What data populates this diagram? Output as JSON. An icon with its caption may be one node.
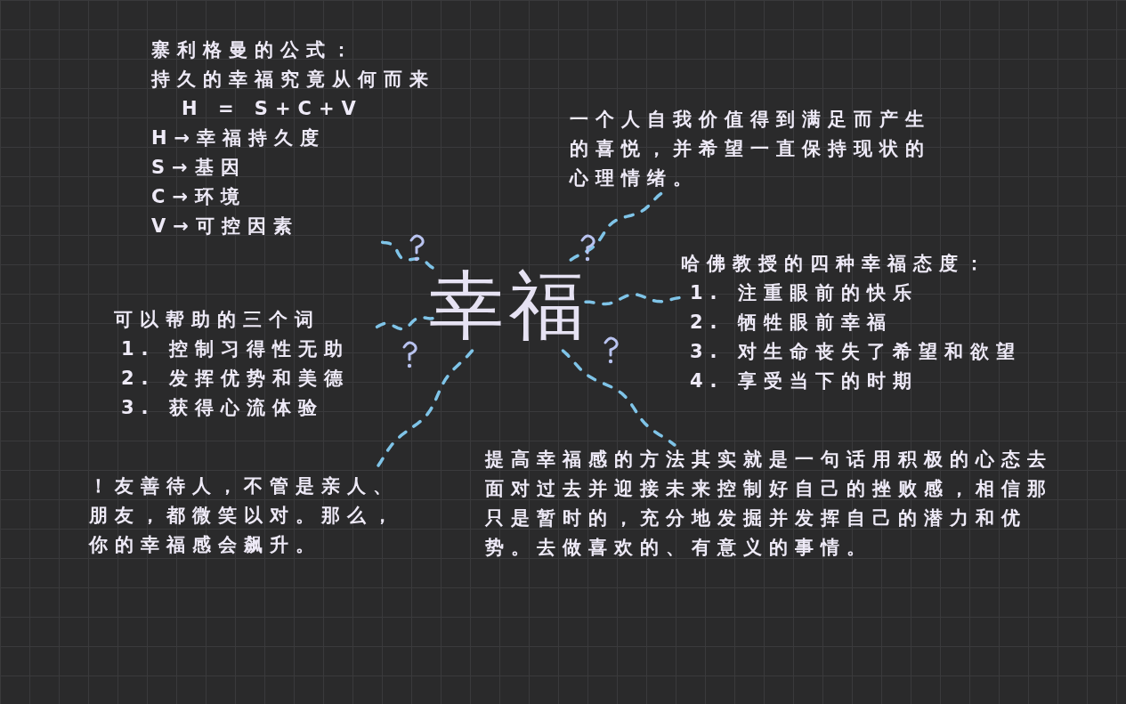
{
  "diagram": {
    "nodes": [
      {
        "text": [
          "幸福"
        ]
      },
      {
        "text": [
          "寨利格曼的公式：",
          "持久的幸福究竟从何而来",
          "H = S+C+V",
          "H→幸福持久度",
          "S→基因",
          "C→环境",
          "V→可控因素"
        ]
      },
      {
        "text": [
          "一个人自我价值得到满足而产生的喜悦，并希望一直保持现状的心理情绪。"
        ]
      },
      {
        "text": [
          "哈佛教授的四种幸福态度：",
          "1. 注重眼前的快乐",
          "2. 牺牲眼前幸福",
          "3. 对生命丧失了希望和欲望",
          "4. 享受当下的时期"
        ]
      },
      {
        "text": [
          "可以帮助的三个词",
          "1. 控制习得性无助",
          "2. 发挥优势和美德",
          "3. 获得心流体验"
        ]
      },
      {
        "text": [
          "！友善待人，不管是亲人、朋友，都微笑以对。那么，你的幸福感会飙升。"
        ]
      },
      {
        "text": [
          "提高幸福感的方法其实就是一句话用积极的心态去面对过去并迎接未来控制好自己的挫败感，相信那只是暂时的，充分地发掘并发挥自己的潜力和优势。去做喜欢的、有意义的事情。"
        ]
      }
    ],
    "edges": [
      {
        "from": 0,
        "to": 1,
        "arrow": "none",
        "style": "dashed"
      },
      {
        "from": 0,
        "to": 2,
        "arrow": "none",
        "style": "dashed"
      },
      {
        "from": 0,
        "to": 3,
        "arrow": "none",
        "style": "dashed"
      },
      {
        "from": 0,
        "to": 4,
        "arrow": "none",
        "style": "dashed"
      },
      {
        "from": 0,
        "to": 5,
        "arrow": "none",
        "style": "dashed"
      },
      {
        "from": 0,
        "to": 6,
        "arrow": "none",
        "style": "dashed"
      }
    ]
  }
}
